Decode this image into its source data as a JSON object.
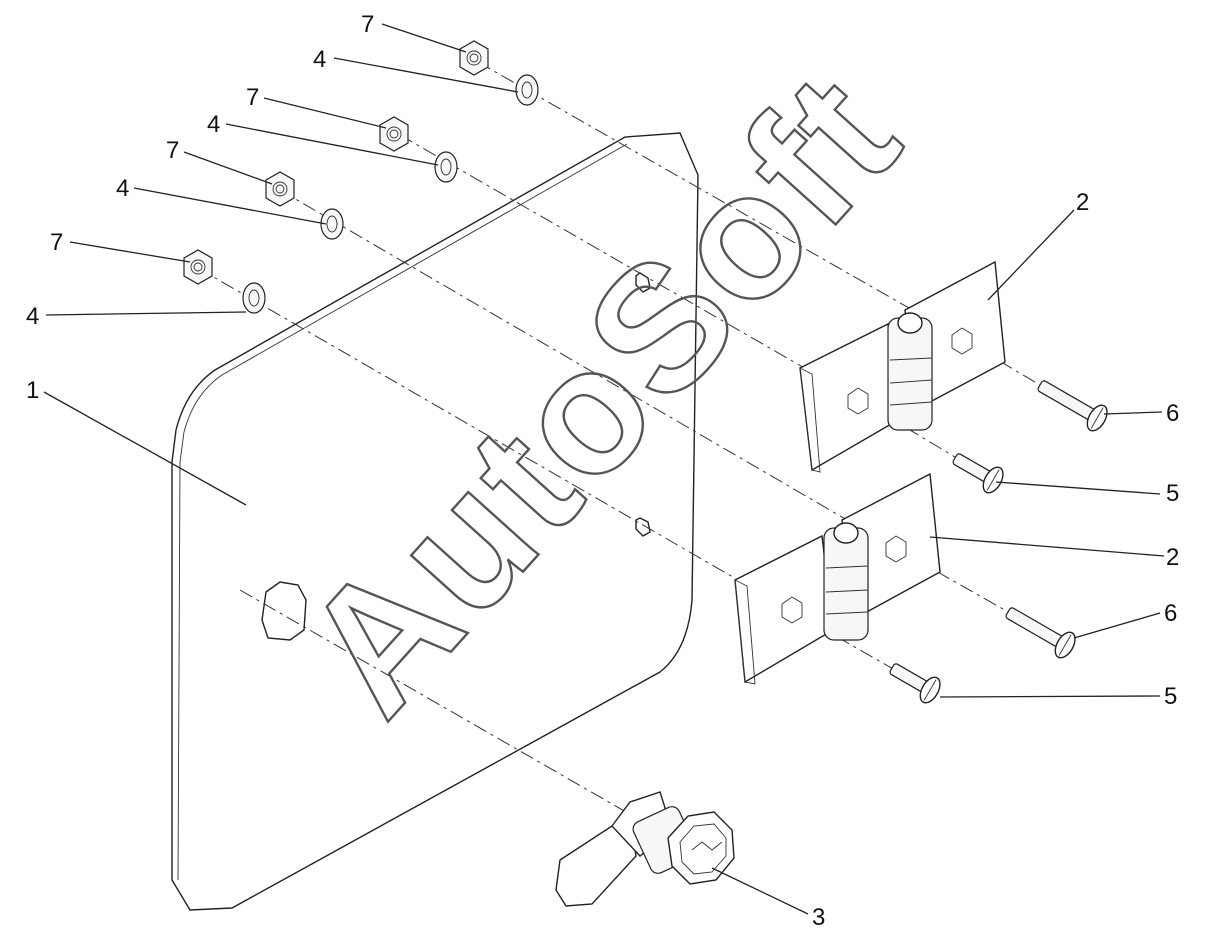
{
  "watermark": "AutoSoft",
  "callouts": {
    "n1": "1",
    "n2a": "2",
    "n2b": "2",
    "n3": "3",
    "n4a": "4",
    "n4b": "4",
    "n4c": "4",
    "n4d": "4",
    "n5a": "5",
    "n5b": "5",
    "n6a": "6",
    "n6b": "6",
    "n7a": "7",
    "n7b": "7",
    "n7c": "7",
    "n7d": "7"
  },
  "icons": {
    "panel": "door-panel",
    "hinge": "hinge-icon",
    "lock": "cam-lock-icon",
    "nut": "hex-nut-icon",
    "washer": "lock-washer-icon",
    "screw": "slotted-screw-icon"
  }
}
